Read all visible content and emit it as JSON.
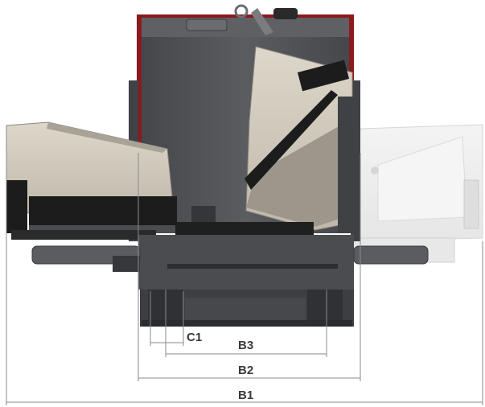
{
  "dimensions": {
    "c1": "C1",
    "b3": "B3",
    "b2": "B2",
    "b1": "B1"
  },
  "colors": {
    "body_dark": "#4a4c50",
    "body_mid": "#5c5e62",
    "frame_red": "#8b1a1f",
    "hopper_panel": "#c9c2b5",
    "hopper_shade": "#9c968b",
    "hopper_ghost": "#e9e9e9",
    "rubber_black": "#1c1c1c",
    "dimension_line": "#8a8a8a"
  }
}
